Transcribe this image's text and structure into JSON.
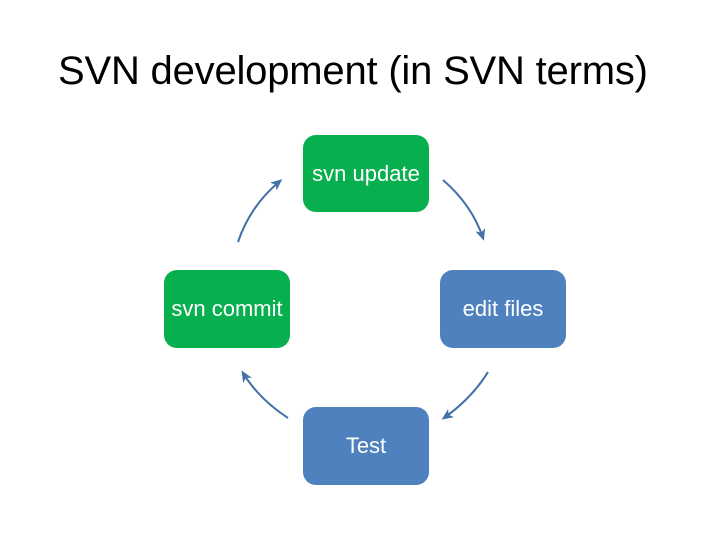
{
  "slide": {
    "title": "SVN development (in SVN terms)",
    "background_color": "#FFFFFF",
    "title_color": "#000000"
  },
  "diagram": {
    "name": "svn-development-cycle",
    "type": "cycle",
    "direction": "clockwise",
    "green_color": "#07AF4E",
    "blue_color": "#4E81BD",
    "arrow_color": "#4472A8",
    "label_color": "#FFFFFF",
    "nodes": [
      {
        "id": "svn-update",
        "label": "svn update",
        "color": "#07AF4E",
        "position": "top"
      },
      {
        "id": "edit-files",
        "label": "edit files",
        "color": "#4E81BD",
        "position": "right"
      },
      {
        "id": "test",
        "label": "Test",
        "color": "#4E81BD",
        "position": "bottom"
      },
      {
        "id": "svn-commit",
        "label": "svn commit",
        "color": "#07AF4E",
        "position": "left"
      }
    ],
    "arrows": [
      {
        "id": "arrow-update-to-edit",
        "from": "svn-update",
        "to": "edit-files",
        "quadrant": "top-right"
      },
      {
        "id": "arrow-edit-to-test",
        "from": "edit-files",
        "to": "test",
        "quadrant": "bottom-right"
      },
      {
        "id": "arrow-test-to-commit",
        "from": "test",
        "to": "svn-commit",
        "quadrant": "bottom-left"
      },
      {
        "id": "arrow-commit-to-update",
        "from": "svn-commit",
        "to": "svn-update",
        "quadrant": "top-left"
      }
    ]
  }
}
